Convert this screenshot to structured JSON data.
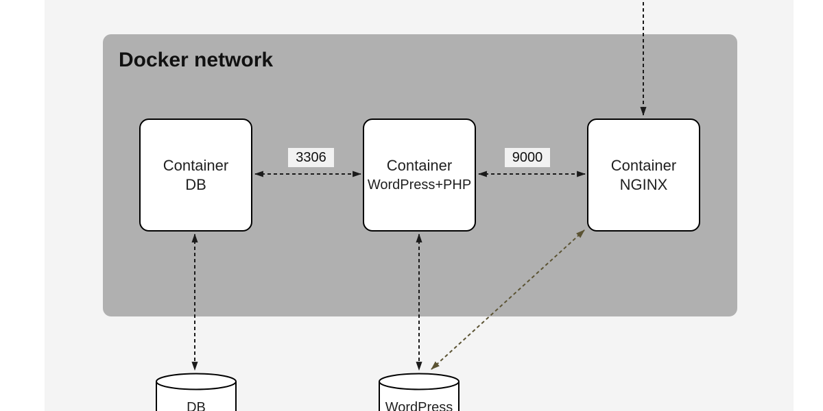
{
  "title": "Docker network",
  "nodes": {
    "db": {
      "line1": "Container",
      "line2": "DB"
    },
    "wordpress": {
      "line1": "Container",
      "line2": "WordPress+PHP"
    },
    "nginx": {
      "line1": "Container",
      "line2": "NGINX"
    }
  },
  "ports": {
    "db_wordpress": "3306",
    "wordpress_nginx": "9000"
  },
  "volumes": {
    "db": "DB",
    "wordpress": "WordPress"
  },
  "colors": {
    "canvas": "#f4f4f4",
    "page_margin": "#ffffff",
    "network_fill": "#b0b0b0",
    "node_fill": "#ffffff",
    "node_stroke": "#000000",
    "arrow": "#1a1a1a",
    "volume_link_arrow": "#5b5333",
    "port_chip_bg": "#f2f2f2",
    "text": "#1a1a1a"
  }
}
